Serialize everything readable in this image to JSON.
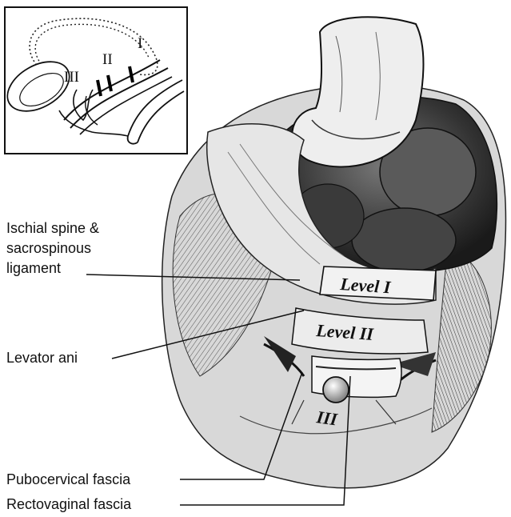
{
  "inset": {
    "levels": [
      "III",
      "II",
      "I"
    ]
  },
  "main": {
    "level_labels": [
      "Level I",
      "Level II",
      "III"
    ]
  },
  "labels": {
    "ischial_spine_line1": "Ischial spine &",
    "ischial_spine_line2": "sacrospinous",
    "ischial_spine_line3": "ligament",
    "levator_ani": "Levator ani",
    "pubocervical_fascia": "Pubocervical fascia",
    "rectovaginal_fascia": "Rectovaginal fascia"
  }
}
